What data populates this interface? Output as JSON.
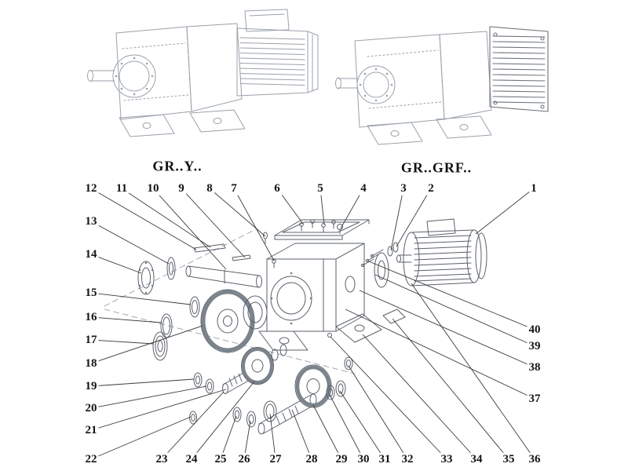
{
  "models": {
    "left": "GR..Y..",
    "right": "GR..GRF.."
  },
  "callouts": [
    "1",
    "2",
    "3",
    "4",
    "5",
    "6",
    "7",
    "8",
    "9",
    "10",
    "11",
    "12",
    "13",
    "14",
    "15",
    "16",
    "17",
    "18",
    "19",
    "20",
    "21",
    "22",
    "23",
    "24",
    "25",
    "26",
    "27",
    "28",
    "29",
    "30",
    "31",
    "32",
    "33",
    "34",
    "35",
    "36",
    "37",
    "38",
    "39",
    "40"
  ],
  "colors": {
    "background": "#ffffff",
    "machine_line_art": "#9aa2ab",
    "exploded_line_art": "#5a616b",
    "callout_ink": "#141414",
    "leader_line": "#3b3b3b"
  }
}
